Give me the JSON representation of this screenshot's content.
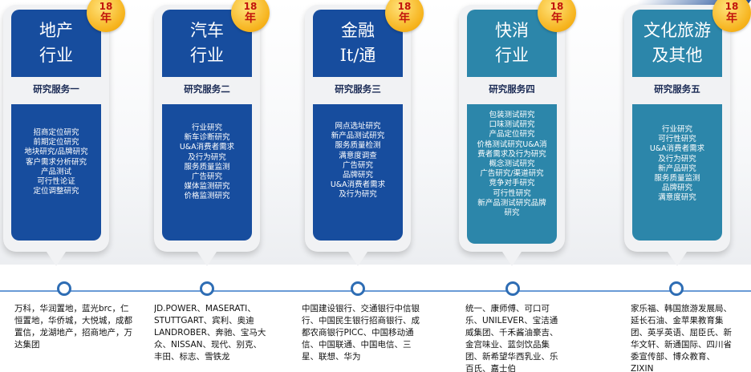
{
  "cards": [
    {
      "title": "地产\n行业",
      "badge_num": "18",
      "badge_unit": "年",
      "subtitle": "研究服务一",
      "items": [
        "招商定位研究",
        "前期定位研究",
        "地块研究/品牌研究",
        "客户需求分析研究",
        "产品测试",
        "可行性论证",
        "定位调整研究"
      ],
      "clients": "万科，华润置地，蓝光brc，仁恒置地，华侨城，大悦城，成都置信，龙湖地产，招商地产，万达集团"
    },
    {
      "title": "汽车\n行业",
      "badge_num": "18",
      "badge_unit": "年",
      "subtitle": "研究服务二",
      "items": [
        "行业研究",
        "新车诊断研究",
        "U&A消费者需求",
        "及行为研究",
        "服务质量监测",
        "广告研究",
        "媒体监测研究",
        "价格监测研究"
      ],
      "clients": "JD.POWER、MASERATI、STUTTGART、宾利、奥迪LANDROBER、奔驰、宝马大众、NISSAN、现代、别克、丰田、标志、雪铁龙"
    },
    {
      "title": "金融\nIt/通",
      "badge_num": "18",
      "badge_unit": "年",
      "subtitle": "研究服务三",
      "items": [
        "网点选址研究",
        "新产品测试研究",
        "服务质量检测",
        "满意度调查",
        "广告研究",
        "品牌研究",
        "U&A消费者需求",
        "及行为研究"
      ],
      "clients": "中国建设银行、交通银行中信银行、中国民生银行招商银行、成都农商银行PICC、中国移动通信、中国联通、中国电信、三星、联想、华为"
    },
    {
      "title": "快消\n行业",
      "badge_num": "18",
      "badge_unit": "年",
      "subtitle": "研究服务四",
      "items": [
        "包装测试研究",
        "口味测试研究",
        "产品定位研究",
        "价格测试研究U&A消",
        "费者需求及行为研究",
        "概念测试研究",
        "广告研究/渠道研究",
        "竞争对手研究",
        "可行性研究",
        "新产品测试研究品牌",
        "研究"
      ],
      "clients": "统一、康师傅、可口可乐、UNILEVER、宝洁通威集团、千禾酱油豪吉、金宫味业、蓝剑饮品集团、新希望华西乳业、乐百氏、嘉士伯"
    },
    {
      "title": "文化旅游\n及其他",
      "badge_num": "18",
      "badge_unit": "年",
      "subtitle": "研究服务五",
      "items": [
        "行业研究",
        "可行性研究",
        "U&A消费者需求",
        "及行为研究",
        "新产品研究",
        "服务质量监测",
        "品牌研究",
        "满意度研究"
      ],
      "clients": "家乐福、韩国旅游发展局、延长石油、金苹果教育集团、英孚英语、屈臣氏、新华文轩、新通国际、四川省委宣传部、博众教育、ZIXIN"
    }
  ]
}
